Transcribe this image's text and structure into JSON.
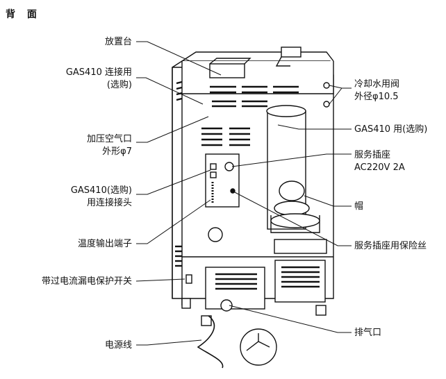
{
  "title": "背 面",
  "labels": {
    "placing_stand": "放置台",
    "gas410_connect_l1": "GAS410 连接用",
    "gas410_connect_l2": "(选购)",
    "pressurized_air_l1": "加压空气口",
    "pressurized_air_l2": "外形φ7",
    "gas410_connector_l1": "GAS410(选购)",
    "gas410_connector_l2": "用连接接头",
    "temp_output": "温度输出端子",
    "breaker_switch": "带过电流漏电保护开关",
    "power_cord": "电源线",
    "cooling_valve_l1": "冷却水用阀",
    "cooling_valve_l2": "外径φ10.5",
    "gas410_optional": "GAS410 用(选购)",
    "service_outlet_l1": "服务插座",
    "service_outlet_l2": "AC220V 2A",
    "cap": "帽",
    "service_fuse": "服务插座用保险丝",
    "exhaust": "排气口"
  }
}
